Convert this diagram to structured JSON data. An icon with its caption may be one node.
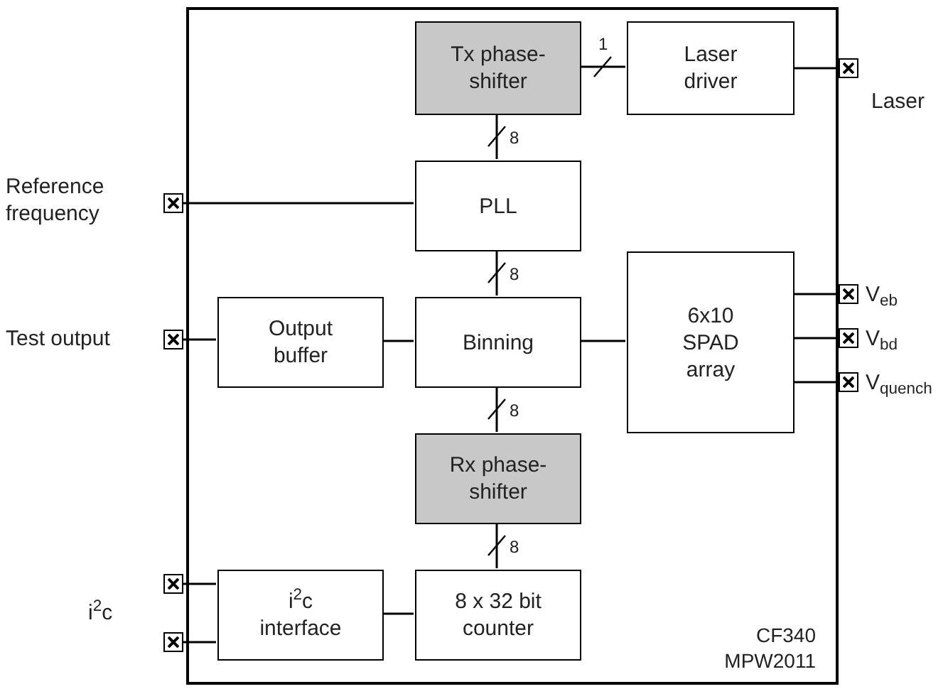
{
  "diagram": {
    "nodes": [
      {
        "text": [
          "CF340 MPW2011"
        ]
      },
      {
        "text": [
          "Tx phase-shifter"
        ],
        "in": 0
      },
      {
        "text": [
          "Laser driver"
        ],
        "in": 0
      },
      {
        "text": [
          "PLL"
        ],
        "in": 0
      },
      {
        "text": [
          "Output buffer"
        ],
        "in": 0
      },
      {
        "text": [
          "Binning"
        ],
        "in": 0
      },
      {
        "text": [
          "6x10 SPAD array"
        ],
        "in": 0
      },
      {
        "text": [
          "Rx phase-shifter"
        ],
        "in": 0
      },
      {
        "text": [
          "i$^{2}$c interface"
        ],
        "in": 0
      },
      {
        "text": [
          "8 x 32 bit counter"
        ],
        "in": 0
      },
      {
        "text": [],
        "shape": "box",
        "beside": [
          "Laser"
        ]
      },
      {
        "text": [],
        "shape": "box",
        "beside": [
          "Reference frequency"
        ]
      },
      {
        "text": [],
        "shape": "box",
        "beside": [
          "Test output"
        ]
      },
      {
        "text": [],
        "shape": "box",
        "beside": [
          "V$_{eb}$"
        ]
      },
      {
        "text": [],
        "shape": "box",
        "beside": [
          "V$_{bd}$"
        ]
      },
      {
        "text": [],
        "shape": "box",
        "beside": [
          "V$_{quench}$"
        ]
      },
      {
        "text": [],
        "shape": "box"
      },
      {
        "text": [],
        "shape": "box"
      }
    ],
    "edges": [
      {
        "from": 1,
        "to": 2,
        "arrow": "none",
        "label": "1"
      },
      {
        "from": 2,
        "to": 10,
        "arrow": "none"
      },
      {
        "from": 3,
        "to": 1,
        "arrow": "none",
        "label": "8"
      },
      {
        "from": 11,
        "to": 3,
        "arrow": "none"
      },
      {
        "from": 5,
        "to": 3,
        "arrow": "none",
        "label": "8"
      },
      {
        "from": 12,
        "to": 4,
        "arrow": "none"
      },
      {
        "from": 4,
        "to": 5,
        "arrow": "none"
      },
      {
        "from": 5,
        "to": 6,
        "arrow": "none"
      },
      {
        "from": 6,
        "to": 13,
        "arrow": "none"
      },
      {
        "from": 6,
        "to": 14,
        "arrow": "none"
      },
      {
        "from": 6,
        "to": 15,
        "arrow": "none"
      },
      {
        "from": 7,
        "to": 5,
        "arrow": "none",
        "label": "8"
      },
      {
        "from": 9,
        "to": 7,
        "arrow": "none",
        "label": "8"
      },
      {
        "from": 8,
        "to": 9,
        "arrow": "none"
      },
      {
        "from": 16,
        "to": 8,
        "arrow": "none"
      },
      {
        "from": 17,
        "to": 8,
        "arrow": "none"
      }
    ],
    "labels": [
      "i$^{2}$c"
    ]
  }
}
